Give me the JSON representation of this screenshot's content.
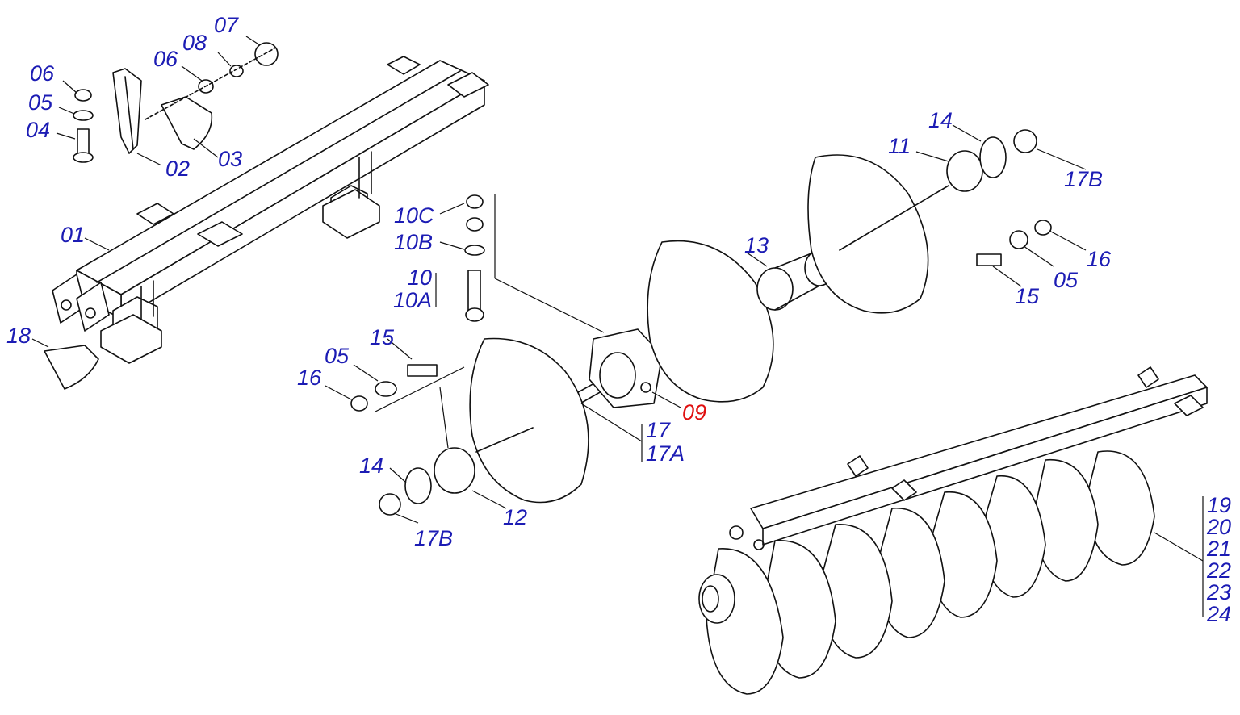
{
  "diagram": {
    "colors": {
      "label": "#1c1cb4",
      "highlight": "#e01010",
      "line": "#111111",
      "background": "#ffffff"
    },
    "highlighted_part": "09",
    "callouts": {
      "c07": "07",
      "c08": "08",
      "c06a": "06",
      "c06b": "06",
      "c05a": "05",
      "c04": "04",
      "c02": "02",
      "c03": "03",
      "c01": "01",
      "c18": "18",
      "c10c": "10C",
      "c10b": "10B",
      "c10": "10",
      "c10a": "10A",
      "c15a": "15",
      "c05b": "05",
      "c16a": "16",
      "c14a": "14",
      "c17ba": "17B",
      "c12": "12",
      "c17": "17",
      "c17a": "17A",
      "c09": "09",
      "c13": "13",
      "c11": "11",
      "c14b": "14",
      "c17bb": "17B",
      "c16b": "16",
      "c05c": "05",
      "c15b": "15",
      "c19": "19",
      "c20": "20",
      "c21": "21",
      "c22": "22",
      "c23": "23",
      "c24": "24"
    }
  }
}
